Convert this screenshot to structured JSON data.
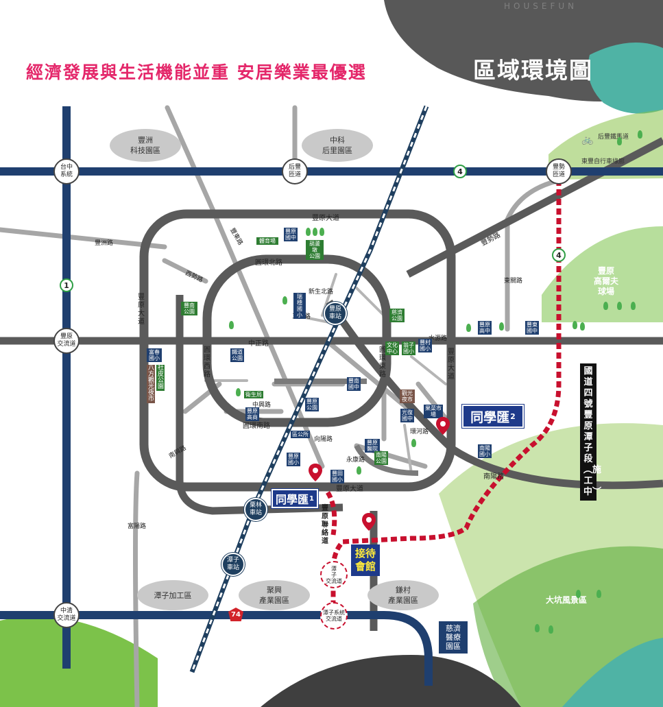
{
  "header": {
    "headline": "經濟發展與生活機能並重  安居樂業最優選",
    "title": "區域環境圖",
    "watermark": "HOUSEFUN"
  },
  "colors": {
    "headline": "#e4276a",
    "highway": "#1f3f6f",
    "ring_road": "#5a5a5a",
    "minor_road": "#9e9e9e",
    "rail": "#1f3f5f",
    "planned_route": "#c8102e",
    "green": "#4caf50",
    "title_blob": "#555555",
    "teal_blob": "#4fb3a5",
    "project": "#1e3a8a",
    "reception_text": "#ffeb3b"
  },
  "districts": {
    "fengzhou": "豐洲\n科技園區",
    "zhongke": "中科\n后里園區",
    "tanzi_ep": "潭子加工區",
    "juxing": "聚興\n產業園區",
    "liancun": "鎌村\n產業園區",
    "golf": "豐原\n高爾夫\n球場",
    "dakeng": "大坑風景區",
    "tzuchi": "慈濟\n醫療\n園區",
    "bike_path1": "后豐鐵馬道",
    "bike_path2": "東豐自行車綠廊"
  },
  "interchanges": {
    "taichung": "台中\n系統",
    "houfeng": "后豐\n匝道",
    "fengshi": "豐勢\n匝道",
    "fengyuan": "豐原\n交流道",
    "zhongqing": "中清\n交流道",
    "tanzi": "潭\n子\n交流道",
    "tanzi_sys": "潭子系統\n交流道"
  },
  "highway_numbers": {
    "n1": "1",
    "n4a": "4",
    "n4b": "4",
    "n74": "74"
  },
  "stations": {
    "fengyuan": "豐原\n車站",
    "lilin": "栗林\n車站",
    "tanzi": "潭子\n車站"
  },
  "roads": {
    "fengyuan_blvd_n": "豐原大道",
    "fengyuan_blvd_s": "豐原大道",
    "fengyuan_blvd_w": "豐原大道",
    "fengyuan_blvd_e": "豐原大道",
    "ring_north": "圓環北路",
    "ring_south": "圓環南路",
    "ring_west": "圓環西路",
    "ring_east": "圓環東路",
    "zhongzheng": "中正路",
    "fengshi_rd": "豐勢路",
    "nanyang": "南陽路",
    "fengyuan_link": "豐原聯絡道",
    "shuiyuan": "水源路",
    "yongkang": "永康路",
    "fengzhou_rd": "豐洲路",
    "sanfeng": "三豐路",
    "xianglu": "向陽路",
    "zhongxing": "中興路",
    "xinsheng": "新生北路",
    "nanxing": "南興路",
    "dongguan": "東關路",
    "xiyuan": "西勢路",
    "fuyang": "富陽路",
    "fengshi_e": "豐東路",
    "fengyuan_river": "環河路"
  },
  "pois": {
    "fengyuan_jh": "豐原\n國中",
    "gym": "體育場",
    "fengzhi_park": "葫蘆墩\n公園",
    "ruisui": "瑞穗\n國小",
    "fengnan_park": "豐南\n公園",
    "culture": "文化\n中心",
    "fengcun": "豐村\n國小",
    "fengyuan_hs": "豐原\n高中",
    "fengdong_hs": "豐東\n國中",
    "fengcheng": "豐田\n國小",
    "park2": "翁子\n國小",
    "fuchun": "富春\n國小",
    "bafang": "八方\n觀光\n夜市",
    "zhonghua": "社皮\n公園",
    "fengnan": "豐南\n國中",
    "district_office": "區公所",
    "nanyang_jh": "南陽\n國小",
    "fengyuan_elem": "豐原\n國小",
    "hospital": "豐原\n醫院",
    "guanghua": "光復\n國中",
    "night_market": "觀光\n夜市",
    "fengyuan_high": "豐原\n高商",
    "nanyang_park": "南陽\n公園",
    "health": "衛生局",
    "railway_park": "鐵道\n公園",
    "fengyuan_park": "豐原\n公園",
    "cifeng": "慈濟\n公園",
    "market": "果菜市場"
  },
  "projects": {
    "p1": "同學匯",
    "p1_num": "1",
    "p2": "同學匯",
    "p2_num": "2",
    "reception": "接待\n會館"
  },
  "route_label": {
    "text": "國道四號豐原潭子段",
    "status": "︵施工中︶"
  }
}
